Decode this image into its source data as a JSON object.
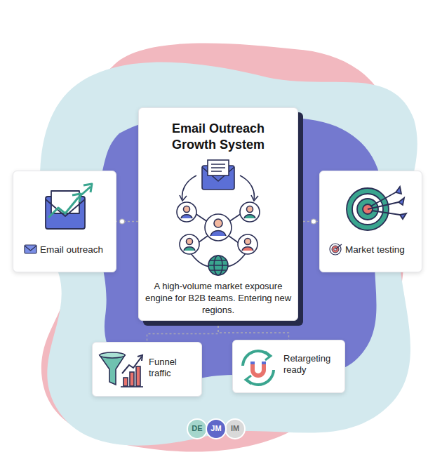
{
  "diagram": {
    "nodes": [
      {
        "text": [
          "Email Outreach Growth System",
          "A high-volume market exposure engine for B2B teams. Entering new regions."
        ]
      },
      {
        "text": [
          "Email outreach"
        ]
      },
      {
        "text": [
          "Market testing"
        ]
      },
      {
        "text": [
          "Funnel traffic"
        ]
      },
      {
        "text": [
          "Retargeting ready"
        ]
      },
      {
        "text": [
          "DE"
        ]
      },
      {
        "text": [
          "JM"
        ]
      },
      {
        "text": [
          "IM"
        ]
      }
    ],
    "edges": [
      {
        "from": 0,
        "to": 1,
        "arrow": "none"
      },
      {
        "from": 0,
        "to": 2,
        "arrow": "none"
      },
      {
        "from": 0,
        "to": 3,
        "arrow": "none"
      },
      {
        "from": 0,
        "to": 4,
        "arrow": "none"
      }
    ]
  }
}
